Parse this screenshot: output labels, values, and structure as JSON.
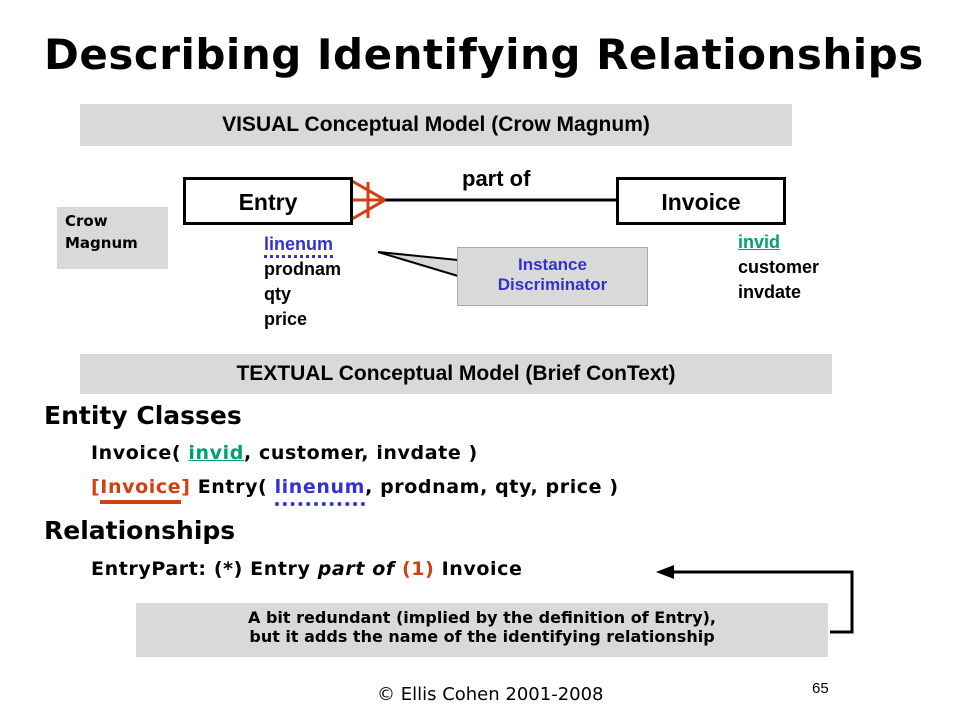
{
  "slide": {
    "title": "Describing Identifying Relationships",
    "visual_header": "VISUAL Conceptual Model (Crow Magnum)",
    "textual_header": "TEXTUAL Conceptual Model (Brief ConText)",
    "crow_label_line1": "Crow",
    "crow_label_line2": "Magnum",
    "footer": "© Ellis Cohen 2001-2008",
    "page_number": "65"
  },
  "diagram": {
    "entity_left": "Entry",
    "entity_right": "Invoice",
    "relationship_label": "part of",
    "left_attrs": [
      "linenum",
      "prodnam",
      "qty",
      "price"
    ],
    "right_attrs": [
      "invid",
      "customer",
      "invdate"
    ],
    "callout_line1": "Instance",
    "callout_line2": "Discriminator"
  },
  "textual": {
    "entity_classes_heading": "Entity Classes",
    "invoice_prefix": "Invoice( ",
    "invoice_key": "invid",
    "invoice_rest": ", customer, invdate )",
    "entry_bracket_open": "[",
    "entry_owner": "Invoice",
    "entry_bracket_close": "]",
    "entry_prefix": " Entry( ",
    "entry_key": "linenum",
    "entry_rest": ", prodnam, qty, price )",
    "relationships_heading": "Relationships",
    "rel_prefix": "EntryPart: (*) Entry ",
    "rel_part_of": "part of",
    "rel_card": " (1) ",
    "rel_target": "Invoice",
    "note_line1": "A bit redundant (implied by the definition of Entry),",
    "note_line2": "but it adds the name of the identifying relationship"
  },
  "colors": {
    "key_blue": "#3333cc",
    "key_green": "#00a070",
    "accent_red": "#d04010",
    "band_gray": "#d9d9d9"
  }
}
